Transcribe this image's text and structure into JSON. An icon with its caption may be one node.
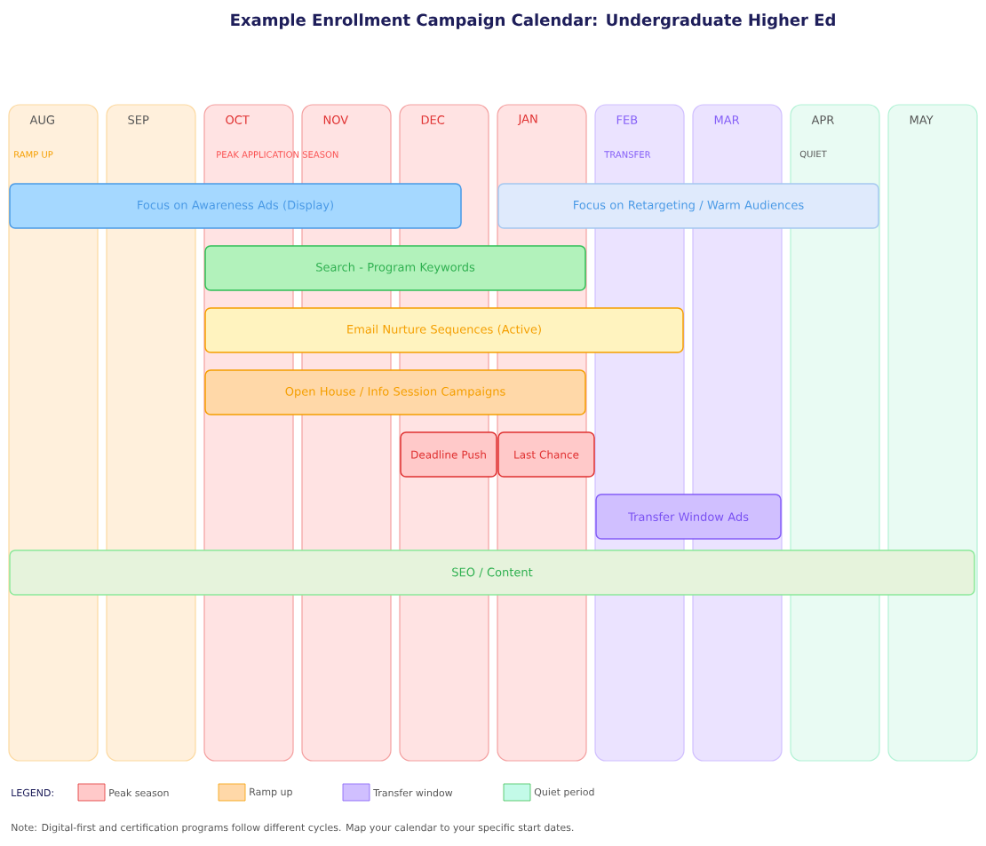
{
  "diagram": {
    "title": "Example Enrollment Campaign Calendar: Undergraduate Higher Ed",
    "nodes": [
      {
        "text": [
          "AUG"
        ]
      },
      {
        "text": [
          "SEP"
        ]
      },
      {
        "text": [
          "OCT"
        ]
      },
      {
        "text": [
          "NOV"
        ]
      },
      {
        "text": [
          "DEC"
        ]
      },
      {
        "text": [
          "JAN"
        ]
      },
      {
        "text": [
          "FEB"
        ]
      },
      {
        "text": [
          "MAR"
        ]
      },
      {
        "text": [
          "APR"
        ]
      },
      {
        "text": [
          "MAY"
        ]
      },
      {
        "text": [
          "Focus on Awareness Ads (Display)"
        ]
      },
      {
        "text": [
          "Focus on Retargeting / Warm Audiences"
        ]
      },
      {
        "text": [
          "Search - Program Keywords"
        ]
      },
      {
        "text": [
          "Email Nurture Sequences (Active)"
        ]
      },
      {
        "text": [
          "Open House / Info Session Campaigns"
        ]
      },
      {
        "text": [
          "Deadline Push"
        ]
      },
      {
        "text": [
          "Last Chance"
        ]
      },
      {
        "text": [
          "Transfer Window Ads"
        ]
      },
      {
        "text": [
          "SEO / Content"
        ]
      }
    ],
    "labels": [
      "RAMP UP",
      "PEAK APPLICATION SEASON",
      "TRANSFER",
      "QUIET",
      "LEGEND:",
      "Note: Digital-first and certification programs follow different cycles. Map your calendar to your specific start dates."
    ],
    "legend": [
      {
        "text": "Peak season",
        "color": "#ffc9c9"
      },
      {
        "text": "Ramp up",
        "color": "#ffd8a8"
      },
      {
        "text": "Transfer window",
        "color": "#d0bfff"
      },
      {
        "text": "Quiet period",
        "color": "#c3fae8"
      }
    ]
  }
}
